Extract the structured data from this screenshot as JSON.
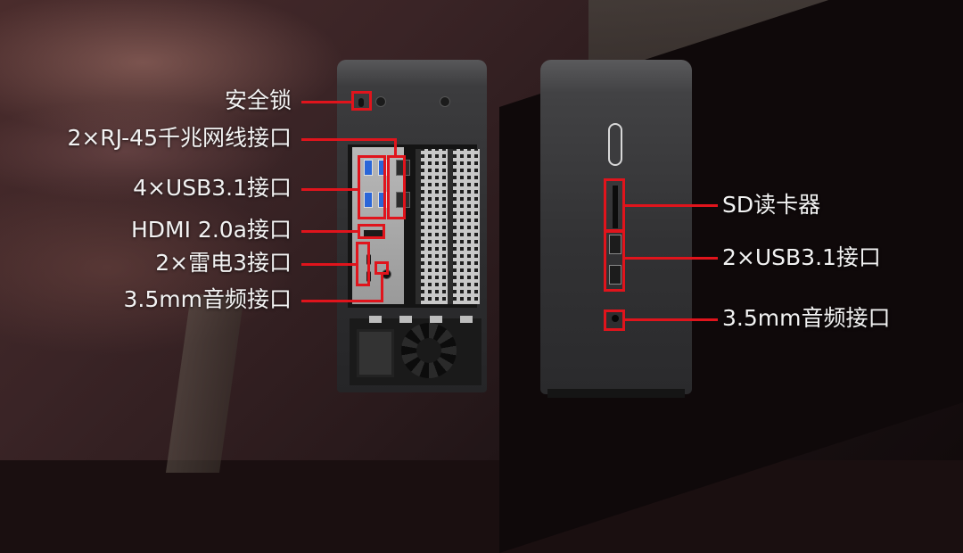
{
  "rear_labels": {
    "security_lock": "安全锁",
    "rj45": "2×RJ-45千兆网线接口",
    "usb_rear": "4×USB3.1接口",
    "hdmi": "HDMI 2.0a接口",
    "thunderbolt": "2×雷电3接口",
    "audio_rear": "3.5mm音频接口"
  },
  "front_labels": {
    "sd_reader": "SD读卡器",
    "usb_front": "2×USB3.1接口",
    "audio_front": "3.5mm音频接口"
  },
  "colors": {
    "callout_red": "#e0141c",
    "label_text": "#f2f2f2"
  }
}
